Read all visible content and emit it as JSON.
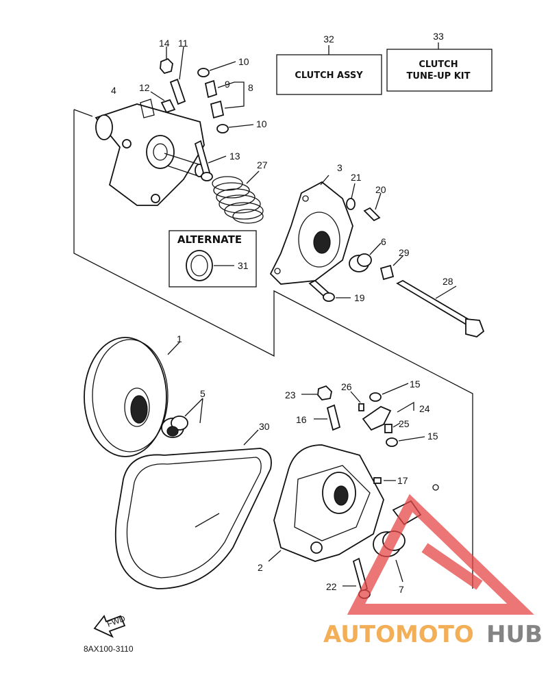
{
  "diagram": {
    "boxes": {
      "clutch_assy": {
        "number": "32",
        "label": "CLUTCH ASSY"
      },
      "tune_up_kit": {
        "number": "33",
        "line1": "CLUTCH",
        "line2": "TUNE-UP KIT"
      },
      "alternate": {
        "label": "ALTERNATE",
        "number": "31"
      }
    },
    "labels": {
      "p1": "1",
      "p2": "2",
      "p3": "3",
      "p4": "4",
      "p5": "5",
      "p6": "6",
      "p7": "7",
      "p8": "8",
      "p9": "9",
      "p10a": "10",
      "p10b": "10",
      "p11": "11",
      "p12": "12",
      "p13": "13",
      "p14": "14",
      "p15a": "15",
      "p15b": "15",
      "p16": "16",
      "p17": "17",
      "p19": "19",
      "p20": "20",
      "p21": "21",
      "p22": "22",
      "p23": "23",
      "p24": "24",
      "p25": "25",
      "p26": "26",
      "p27": "27",
      "p28": "28",
      "p29": "29",
      "p30": "30"
    },
    "code": "8AX100-3110",
    "fwd": "FWD"
  },
  "watermark": {
    "part1": "AUTOMOTO",
    "part2": "HUB"
  },
  "colors": {
    "ink": "#111111",
    "watermark_orange": "#f2a23c",
    "watermark_red": "#e54848",
    "watermark_gray": "#6f6f6f"
  }
}
